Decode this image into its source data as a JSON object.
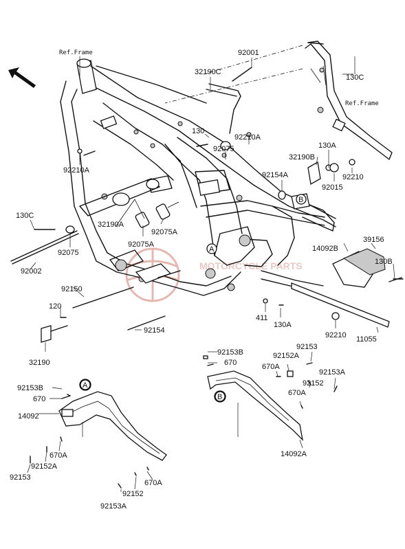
{
  "diagram": {
    "orientation_arrow": "front-direction-arrow",
    "ref_frame_labels": [
      "Ref.Frame",
      "Ref.Frame"
    ],
    "callouts": {
      "a": "A",
      "b": "B"
    },
    "watermark": "MOTORCYCLE PARTS",
    "part_labels": {
      "p92001": "92001",
      "p130c_top": "130C",
      "p32190c": "32190C",
      "p130": "130",
      "p92210a_right": "92210A",
      "p92075": "92075",
      "p130a_top": "130A",
      "p32190b": "32190B",
      "p92015": "92015",
      "p92210_top": "92210",
      "p92154a": "92154A",
      "p92210a_left": "92210A",
      "p130c_left": "130C",
      "p32190a": "32190A",
      "p92075a_right": "92075A",
      "p92075a_mid": "92075A",
      "p92075_left": "92075",
      "p92002": "92002",
      "p14092b": "14092B",
      "p39156": "39156",
      "p130b": "130B",
      "p92150": "92150",
      "p120": "120",
      "p411": "411",
      "p130a_mid": "130A",
      "p92210_mid": "92210",
      "p11055": "11055",
      "p92154": "92154",
      "p32190": "32190",
      "p92153b_right": "92153B",
      "p670_right": "670",
      "p92153_right": "92153",
      "p92152a_right": "92152A",
      "p670a_right1": "670A",
      "p92153a_right": "92153A",
      "p92152_right": "92152",
      "p670a_right2": "670A",
      "p14092a": "14092A",
      "p92153b_left": "92153B",
      "p670_left": "670",
      "p14092": "14092",
      "p670a_left1": "670A",
      "p92152a_left": "92152A",
      "p92153_left": "92153",
      "p92152_left": "92152",
      "p670a_left2": "670A",
      "p92153a_left": "92153A"
    }
  }
}
